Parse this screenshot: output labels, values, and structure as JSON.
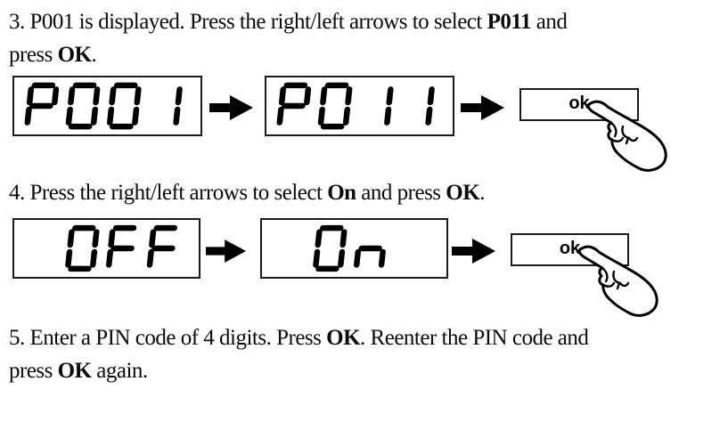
{
  "page": {
    "background_color": "#ffffff",
    "text_color": "#0b0b0b",
    "display_border_color": "#1c1c1c",
    "segment_color": "#000000"
  },
  "steps": {
    "step3": {
      "lines": [
        [
          {
            "t": "3. P001 is displayed. Press the right/left arrows to select "
          },
          {
            "t": "P011",
            "b": true
          },
          {
            "t": " and"
          }
        ],
        [
          {
            "t": "press "
          },
          {
            "t": "OK",
            "b": true
          },
          {
            "t": "."
          }
        ]
      ]
    },
    "step4": {
      "lines": [
        [
          {
            "t": "4. Press the right/left arrows to select "
          },
          {
            "t": "On",
            "b": true
          },
          {
            "t": " and press "
          },
          {
            "t": "OK",
            "b": true
          },
          {
            "t": "."
          }
        ]
      ]
    },
    "step5": {
      "lines": [
        [
          {
            "t": "5. Enter a PIN code of 4 digits. Press "
          },
          {
            "t": "OK",
            "b": true
          },
          {
            "t": ". Reenter the PIN code and"
          }
        ],
        [
          {
            "t": "press "
          },
          {
            "t": "OK",
            "b": true
          },
          {
            "t": " again."
          }
        ]
      ]
    }
  },
  "displays": [
    {
      "name": "display-p001",
      "value": "P001",
      "chars": [
        "P",
        "0",
        "0",
        "1"
      ]
    },
    {
      "name": "display-p011",
      "value": "P011",
      "chars": [
        "P",
        "0",
        "1",
        "1"
      ]
    },
    {
      "name": "display-off",
      "value": "OFF",
      "chars": [
        " ",
        "0",
        "F",
        "F"
      ]
    },
    {
      "name": "display-on",
      "value": "On",
      "chars": [
        " ",
        "0",
        "n",
        " "
      ]
    }
  ],
  "ok_button": {
    "label": "ok"
  },
  "icons": {
    "arrow": "right-arrow",
    "hand": "pointing-hand"
  },
  "segment_font": {
    "segments": {
      "a": [
        8,
        3.5,
        28,
        3.5
      ],
      "b": [
        32.5,
        8,
        32.5,
        22.5
      ],
      "c": [
        32.5,
        30.5,
        32.5,
        45
      ],
      "d": [
        8,
        49.5,
        28,
        49.5
      ],
      "e": [
        4.5,
        30.5,
        4.5,
        45
      ],
      "f": [
        4.5,
        8,
        4.5,
        22.5
      ],
      "g": [
        8,
        26.5,
        28,
        26.5
      ]
    },
    "patterns": {
      "P": [
        "a",
        "b",
        "e",
        "f",
        "g"
      ],
      "0": [
        "a",
        "b",
        "c",
        "d",
        "e",
        "f"
      ],
      "1": [
        "b",
        "c"
      ],
      "F": [
        "a",
        "e",
        "f",
        "g"
      ],
      "n": [
        "c",
        "e",
        "g"
      ],
      " ": []
    }
  }
}
